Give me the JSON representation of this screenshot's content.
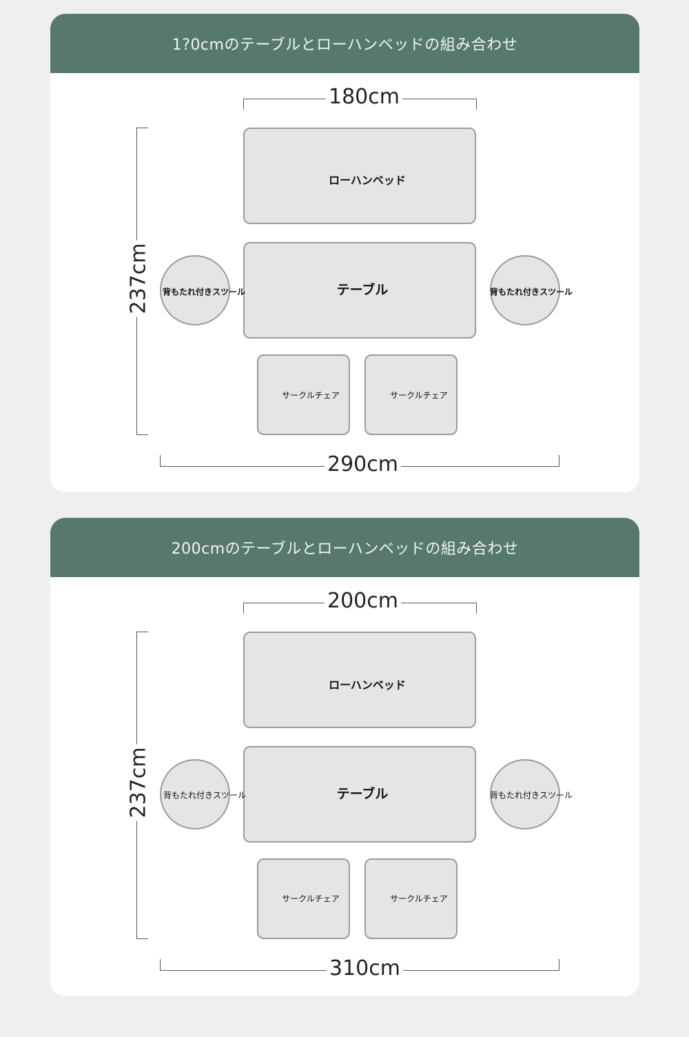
{
  "layouts": [
    {
      "title": "1?0cmのテーブルとローハンベッドの組み合わせ",
      "table_width": "180cm",
      "depth": "237cm",
      "total_width": "290cm",
      "bed_label": "ローハンベッド",
      "table_label": "テーブル",
      "stool_left_label": "背もたれ付きスツール",
      "stool_right_label": "背もたれ付きスツール",
      "chair_left_label": "サークルチェア",
      "chair_right_label": "サークルチェア"
    },
    {
      "title": "200cmのテーブルとローハンベッドの組み合わせ",
      "table_width": "200cm",
      "depth": "237cm",
      "total_width": "310cm",
      "bed_label": "ローハンベッド",
      "table_label": "テーブル",
      "stool_left_label": "背もたれ付きスツール",
      "stool_right_label": "背もたれ付きスツール",
      "chair_left_label": "サークルチェア",
      "chair_right_label": "サークルチェア"
    }
  ],
  "colors": {
    "header": "#57786d",
    "card": "#ffffff",
    "background": "#efefef",
    "furniture_fill": "#e5e5e5",
    "furniture_border": "#9a9a9a"
  }
}
